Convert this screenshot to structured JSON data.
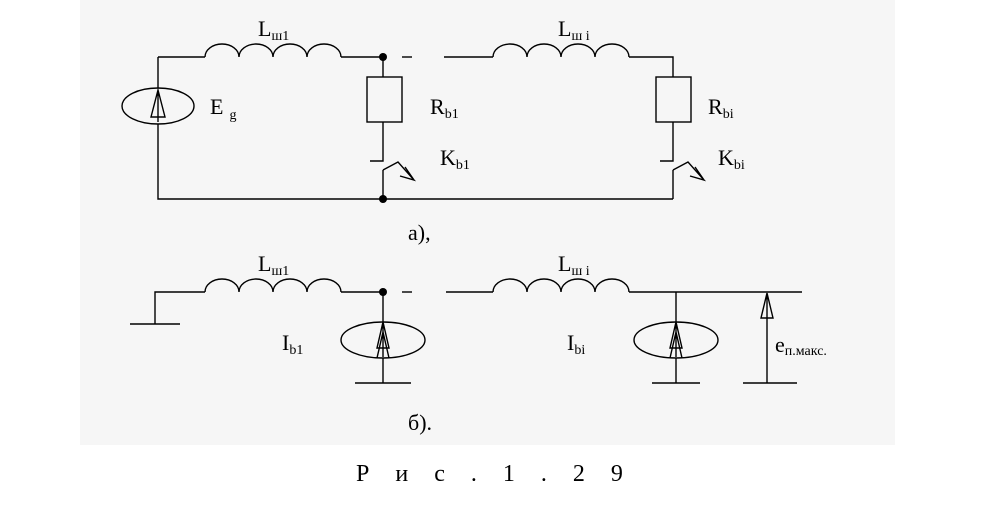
{
  "circuit_a": {
    "source": {
      "main": "E",
      "sub": "g"
    },
    "inductor_1": {
      "main": "L",
      "sub": "ш1"
    },
    "inductor_i": {
      "main": "L",
      "sub": "ш i"
    },
    "resistor_1": {
      "main": "R",
      "sub": "b1"
    },
    "resistor_i": {
      "main": "R",
      "sub": "bi"
    },
    "switch_1": {
      "main": "K",
      "sub": "b1"
    },
    "switch_i": {
      "main": "K",
      "sub": "bi"
    },
    "caption": "а),"
  },
  "circuit_b": {
    "inductor_1": {
      "main": "L",
      "sub": "ш1"
    },
    "inductor_i": {
      "main": "L",
      "sub": "ш i"
    },
    "current_1": {
      "main": "I",
      "sub": "b1"
    },
    "current_i": {
      "main": "I",
      "sub": "bi"
    },
    "voltage": {
      "main": "e",
      "sub": "п.макс."
    },
    "caption": "б)."
  },
  "figure_caption": "Р и с . 1 . 2 9"
}
